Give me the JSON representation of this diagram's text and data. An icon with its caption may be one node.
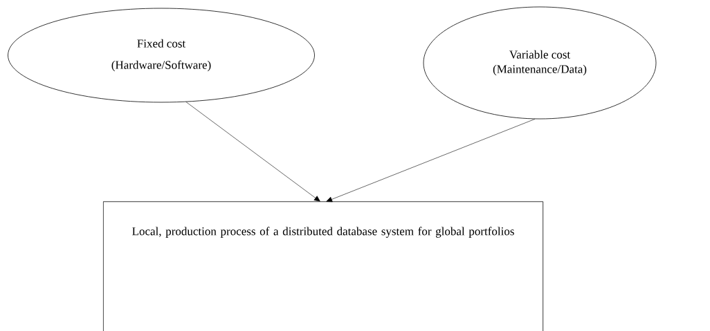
{
  "diagram": {
    "nodes": [
      {
        "text": [
          "Fixed cost",
          "(Hardware/Software)"
        ]
      },
      {
        "text": [
          "Variable cost",
          "(Maintenance/Data)"
        ]
      },
      {
        "text": [
          "Local, production  process of a distributed database system for global portfolios"
        ]
      }
    ],
    "edges": [
      {
        "from": 0,
        "to": 2,
        "arrow": "to"
      },
      {
        "from": 1,
        "to": 2,
        "arrow": "to"
      }
    ]
  }
}
